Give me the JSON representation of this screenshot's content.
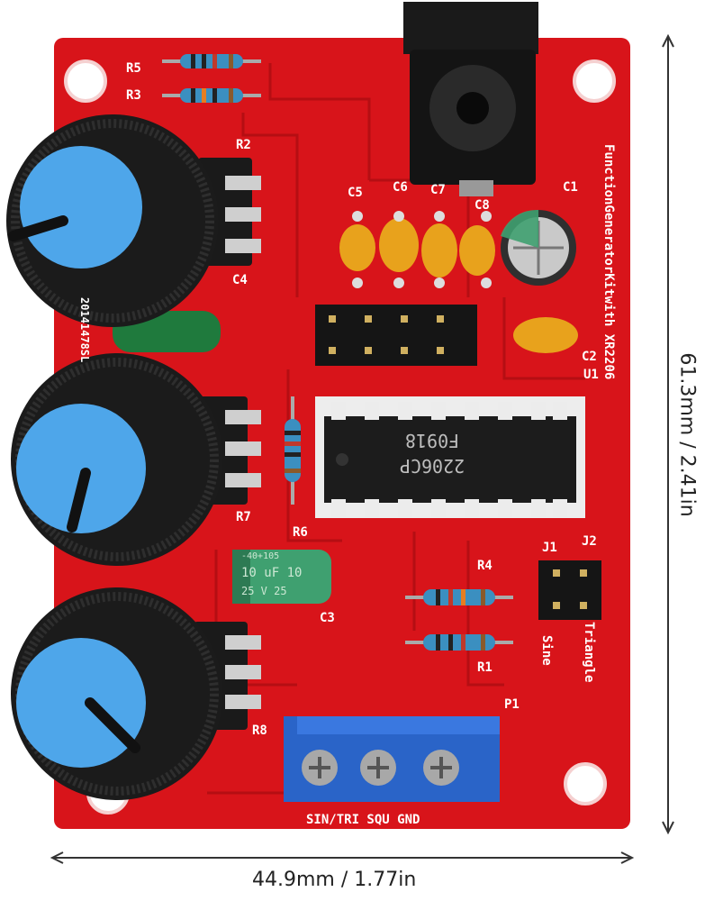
{
  "dimensions": {
    "height_label": "61.3mm / 2.41in",
    "width_label": "44.9mm / 1.77in"
  },
  "board": {
    "title": "FunctionGeneratorKitwith XR2206",
    "side_code": "20141478SL",
    "chip_line1": "2206CP",
    "chip_line2": "F0918",
    "silkscreen": {
      "r5": "R5",
      "r3": "R3",
      "r2": "R2",
      "c4": "C4",
      "r7": "R7",
      "r6": "R6",
      "c3": "C3",
      "r8": "R8",
      "c5": "C5",
      "c6": "C6",
      "c7": "C7",
      "c8": "C8",
      "c1": "C1",
      "c2": "C2",
      "u1": "U1",
      "j1": "J1",
      "j2": "J2",
      "r4": "R4",
      "r1": "R1",
      "p1": "P1",
      "sine": "Sine",
      "triangle": "Triangle",
      "terminal": "SIN/TRI SQU GND"
    },
    "capacitor_label": "10 uF  10",
    "capacitor_voltage": "25 V  25",
    "capacitor_temp": "-40+105"
  },
  "colors": {
    "pcb": "#d8141a",
    "knob": "#1b1b1b",
    "knob_cap": "#4ea6ea",
    "terminal_block": "#2a64c8",
    "ceramic_cap": "#e8a21c",
    "electrolytic": "#3fa070"
  },
  "icons": [
    "knob",
    "resistor",
    "ceramic-capacitor",
    "electrolytic-capacitor",
    "dip-chip",
    "pin-header",
    "screw-terminal",
    "dc-jack",
    "mounting-hole"
  ]
}
